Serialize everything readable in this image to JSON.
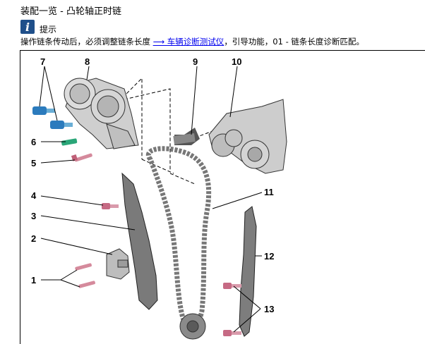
{
  "page_title": "装配一览 - 凸轮轴正时链",
  "hint": {
    "label": "提示",
    "text_before": "操作链条传动后，必须调整链条长度 ",
    "link_text": "⟶ 车辆诊断测试仪",
    "text_after": "，引导功能，01 - 链条长度诊断匹配。",
    "icon": "info-icon"
  },
  "diagram": {
    "callouts": [
      "7",
      "8",
      "9",
      "10",
      "6",
      "5",
      "11",
      "4",
      "3",
      "2",
      "12",
      "1",
      "13"
    ]
  }
}
